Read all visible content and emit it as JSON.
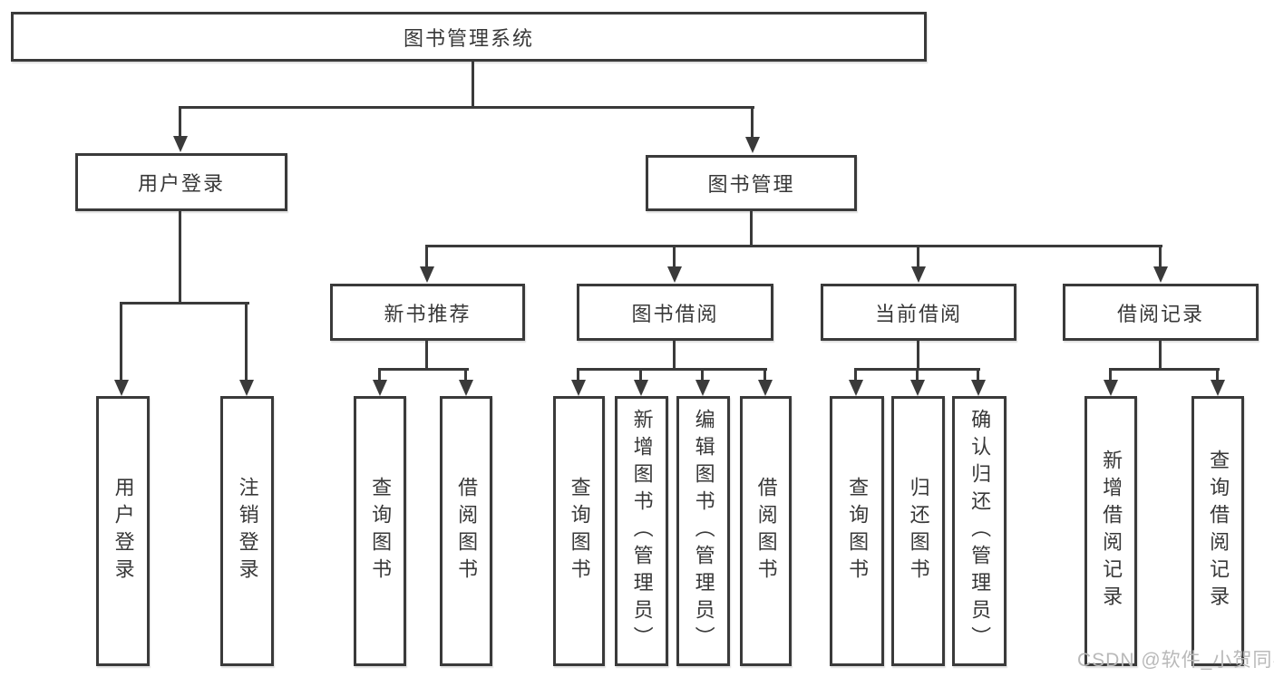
{
  "diagram": {
    "type": "hierarchy-flowchart",
    "root": {
      "label": "图书管理系统",
      "children": [
        {
          "label": "用户登录",
          "children": [
            {
              "label": "用户登录"
            },
            {
              "label": "注销登录"
            }
          ]
        },
        {
          "label": "图书管理",
          "children": [
            {
              "label": "新书推荐",
              "children": [
                {
                  "label": "查询图书"
                },
                {
                  "label": "借阅图书"
                }
              ]
            },
            {
              "label": "图书借阅",
              "children": [
                {
                  "label": "查询图书"
                },
                {
                  "label": "新增图书（管理员）"
                },
                {
                  "label": "编辑图书（管理员）"
                },
                {
                  "label": "借阅图书"
                }
              ]
            },
            {
              "label": "当前借阅",
              "children": [
                {
                  "label": "查询图书"
                },
                {
                  "label": "归还图书"
                },
                {
                  "label": "确认归还（管理员）"
                }
              ]
            },
            {
              "label": "借阅记录",
              "children": [
                {
                  "label": "新增借阅记录"
                },
                {
                  "label": "查询借阅记录"
                }
              ]
            }
          ]
        }
      ]
    }
  },
  "watermark": {
    "text": "CSDN @软件_小贺同学"
  },
  "colors": {
    "line": "#3a3a3a",
    "text": "#383838",
    "watermark": "#b9b9b9",
    "background": "#ffffff"
  }
}
